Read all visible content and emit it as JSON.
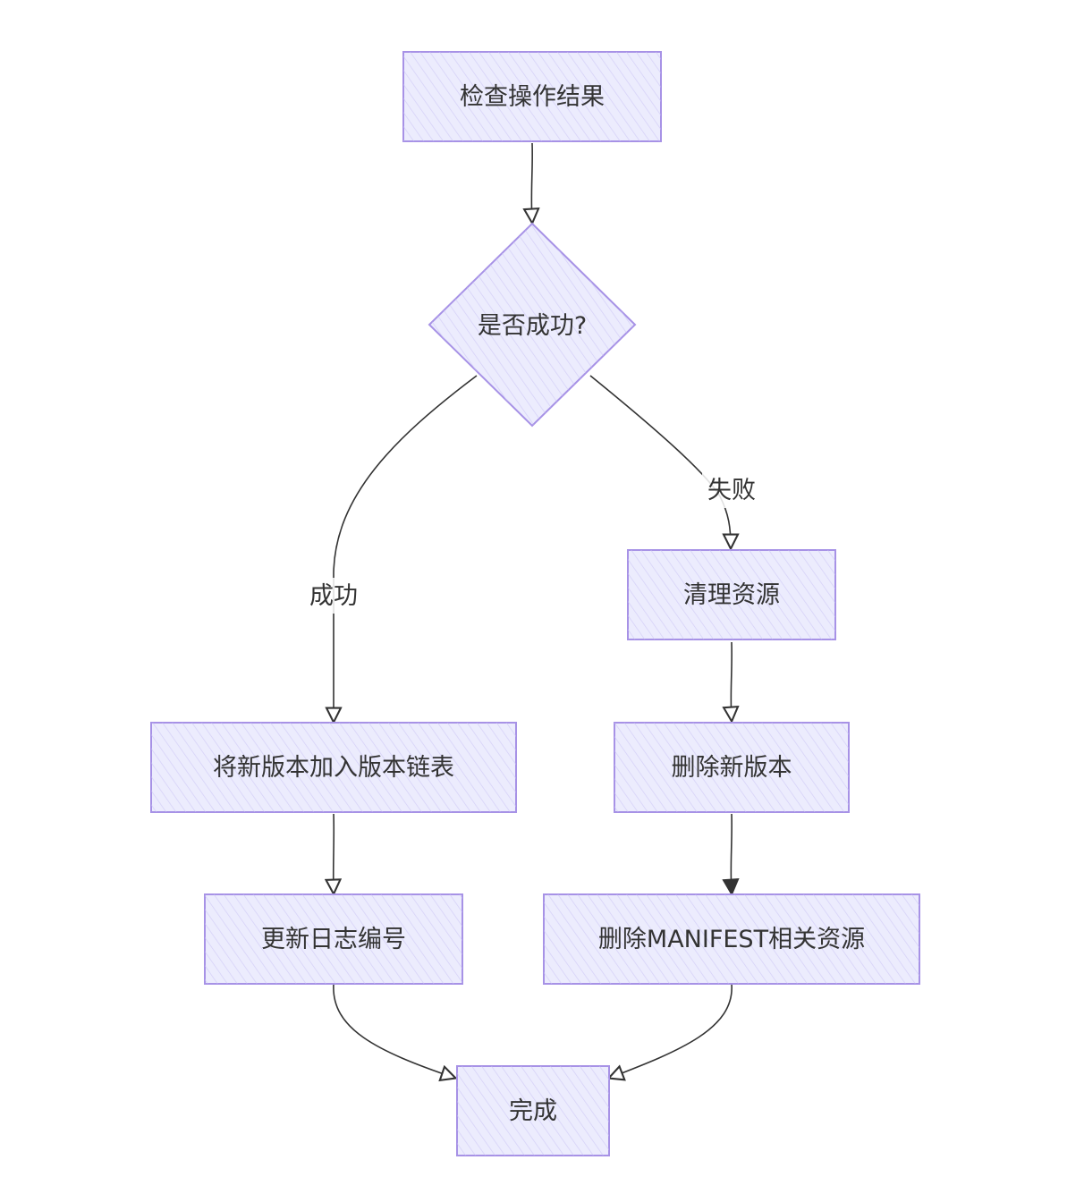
{
  "diagram": {
    "type": "flowchart",
    "colors": {
      "node_fill": "#ececfd",
      "node_stroke": "#a792e6",
      "edge": "#333333",
      "text": "#333333",
      "background": "#ffffff"
    },
    "nodes": {
      "check": {
        "label": "检查操作结果",
        "shape": "rect"
      },
      "decision": {
        "label": "是否成功?",
        "shape": "diamond"
      },
      "add": {
        "label": "将新版本加入版本链表",
        "shape": "rect"
      },
      "update": {
        "label": "更新日志编号",
        "shape": "rect"
      },
      "clean": {
        "label": "清理资源",
        "shape": "rect"
      },
      "delete_version": {
        "label": "删除新版本",
        "shape": "rect"
      },
      "delete_manifest": {
        "label": "删除MANIFEST相关资源",
        "shape": "rect"
      },
      "done": {
        "label": "完成",
        "shape": "rect"
      }
    },
    "edges": {
      "check_to_decision": {
        "from": "check",
        "to": "decision",
        "label": ""
      },
      "decision_to_add": {
        "from": "decision",
        "to": "add",
        "label": "成功"
      },
      "decision_to_clean": {
        "from": "decision",
        "to": "clean",
        "label": "失败"
      },
      "add_to_update": {
        "from": "add",
        "to": "update",
        "label": ""
      },
      "clean_to_delete_version": {
        "from": "clean",
        "to": "delete_version",
        "label": ""
      },
      "delete_version_to_delete_manifest": {
        "from": "delete_version",
        "to": "delete_manifest",
        "label": ""
      },
      "update_to_done": {
        "from": "update",
        "to": "done",
        "label": ""
      },
      "delete_manifest_to_done": {
        "from": "delete_manifest",
        "to": "done",
        "label": ""
      }
    }
  }
}
